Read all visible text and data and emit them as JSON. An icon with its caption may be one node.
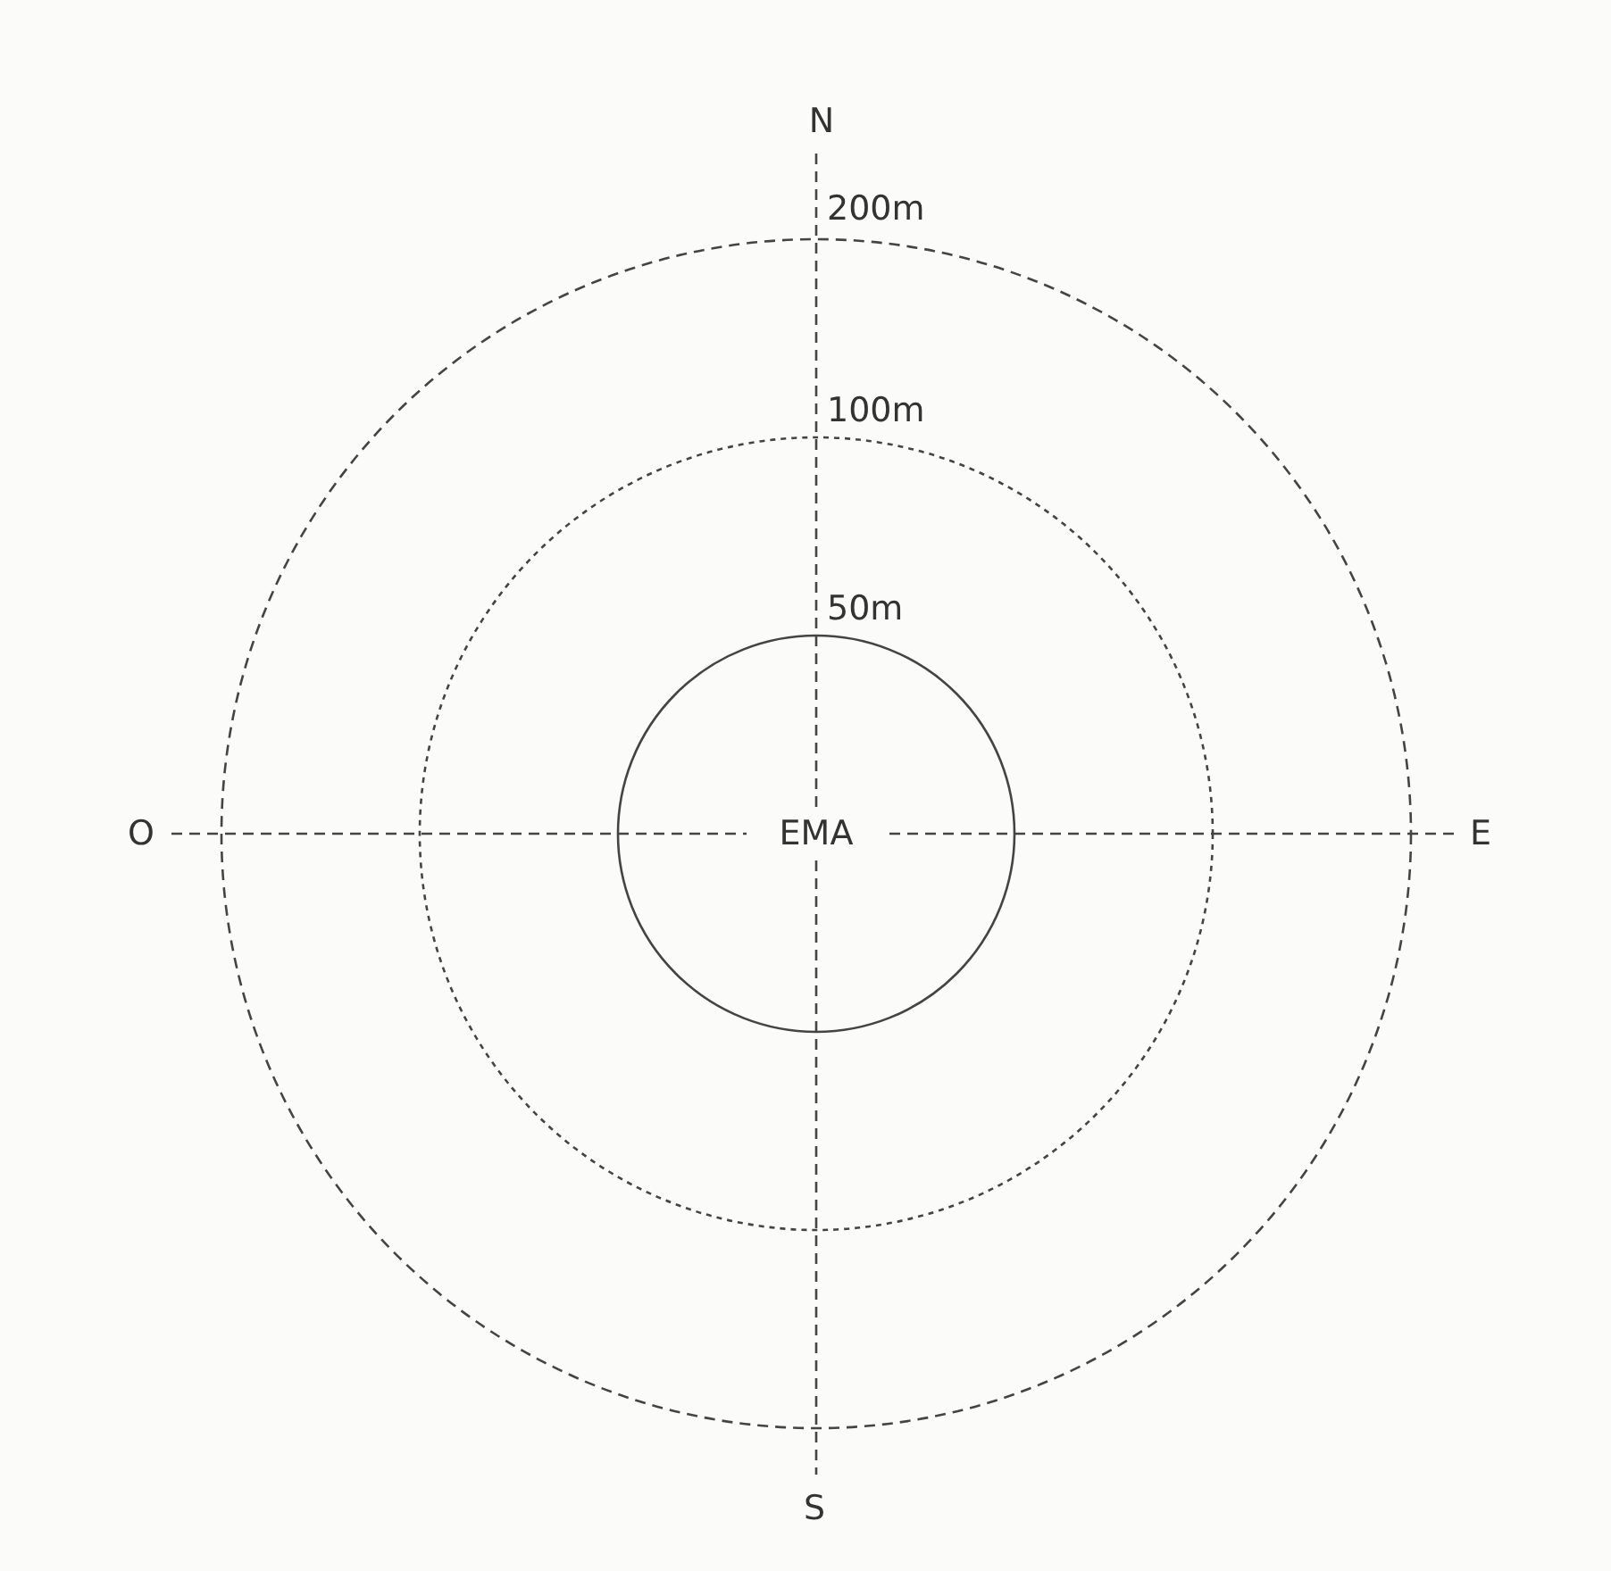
{
  "diagram": {
    "labels": [
      "N",
      "200m",
      "100m",
      "50m",
      "O",
      "EMA",
      "E",
      "S"
    ]
  }
}
